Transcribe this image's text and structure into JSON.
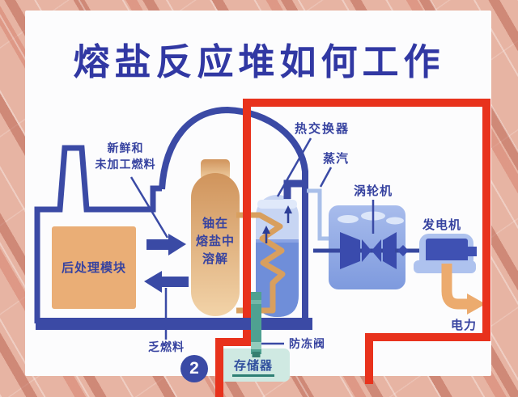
{
  "title": "熔盐反应堆如何工作",
  "diagram": {
    "labels": {
      "fresh_fuel": {
        "line1": "新鲜和",
        "line2": "未加工燃料"
      },
      "reprocessing_module": "后处理模块",
      "reactor_vessel": {
        "line1": "铀在",
        "line2": "熔盐中",
        "line3": "溶解"
      },
      "heat_exchanger": "热交换器",
      "steam": "蒸汽",
      "turbine": "涡轮机",
      "generator": "发电机",
      "electric_power": "电力",
      "spent_fuel": "乏燃料",
      "freeze_valve": "防冻阀",
      "storage_tank": "存储器",
      "step_badge": "2"
    },
    "colors": {
      "title_blue": "#3138a3",
      "outline_blue": "#3b4aa5",
      "label_blue": "#3743a0",
      "loop_red": "#e8321c",
      "pipe_orange": "#d89f5e",
      "vessel_orange": "#e3a86e",
      "exchanger_blue": "#c7d5f3",
      "liquid_blue": "#6f8ed9",
      "valve_teal": "#4fa191",
      "storage_mint": "#cfe9e2",
      "power_orange": "#ecab6e",
      "background_pink": "#e7b4a3"
    }
  }
}
